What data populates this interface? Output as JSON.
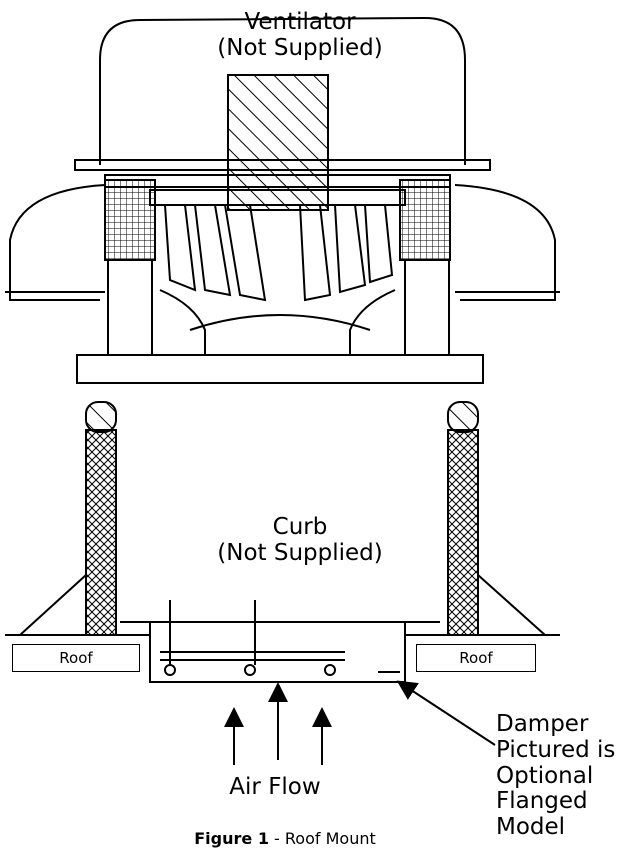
{
  "labels": {
    "ventilator_line1": "Ventilator",
    "ventilator_line2": "(Not Supplied)",
    "curb_line1": "Curb",
    "curb_line2": "(Not Supplied)",
    "roof_left": "Roof",
    "roof_right": "Roof",
    "air_flow": "Air Flow",
    "damper_lines": [
      "Damper",
      "Pictured is",
      "Optional",
      "Flanged",
      "Model"
    ]
  },
  "caption": {
    "figure_label": "Figure 1",
    "figure_text": " - Roof Mount"
  },
  "colors": {
    "ink": "#000000",
    "background": "#ffffff"
  }
}
